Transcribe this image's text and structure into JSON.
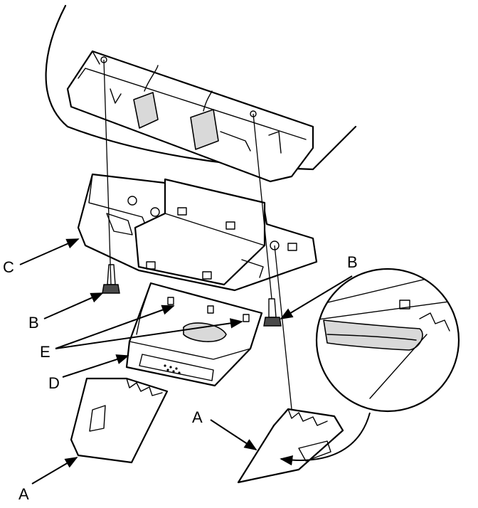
{
  "callouts": {
    "a": "A",
    "b": "B",
    "c": "C",
    "d": "D",
    "e": "E"
  },
  "colors": {
    "ink": "#000000",
    "paper": "#ffffff",
    "shade": "#d9d9d9"
  }
}
